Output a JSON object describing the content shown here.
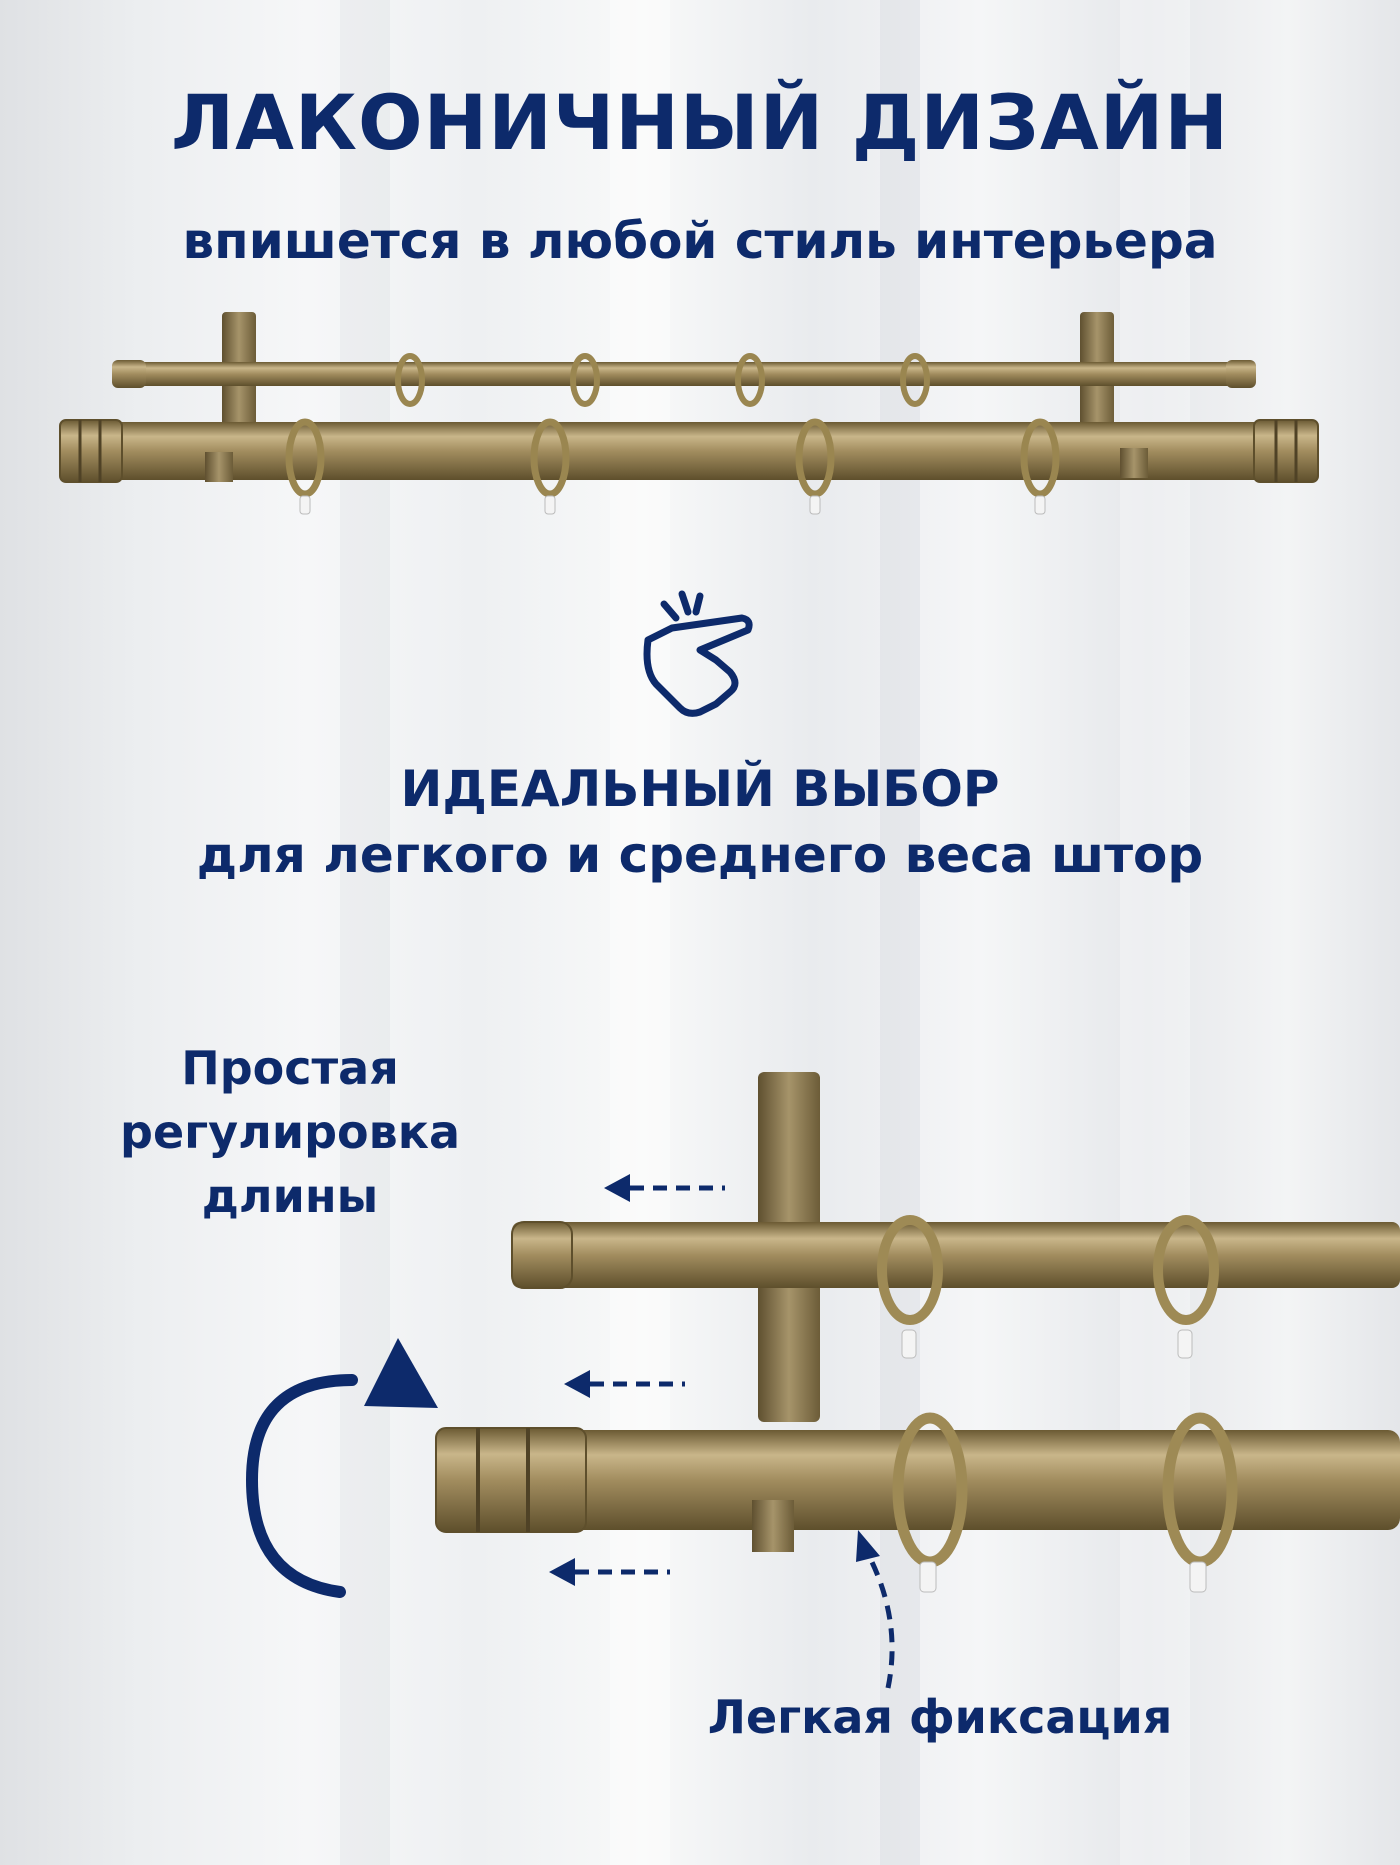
{
  "banner": {
    "title": "ЛАКОНИЧНЫЙ ДИЗАЙН",
    "subtitle": "впишется в любой стиль интерьера",
    "choice_title": "ИДЕАЛЬНЫЙ ВЫБОР",
    "choice_subtitle": "для легкого и среднего веса штор",
    "feature_adjust": [
      "Простая",
      "регулировка",
      "длины"
    ],
    "feature_fix": "Легкая фиксация"
  },
  "colors": {
    "text": "#0d2a6b",
    "brass": "#a28d5f",
    "background": "#eef0f2"
  },
  "icons": [
    "pointing-hand-icon",
    "rotate-arrow-icon",
    "dashed-arrow-left-icon"
  ]
}
